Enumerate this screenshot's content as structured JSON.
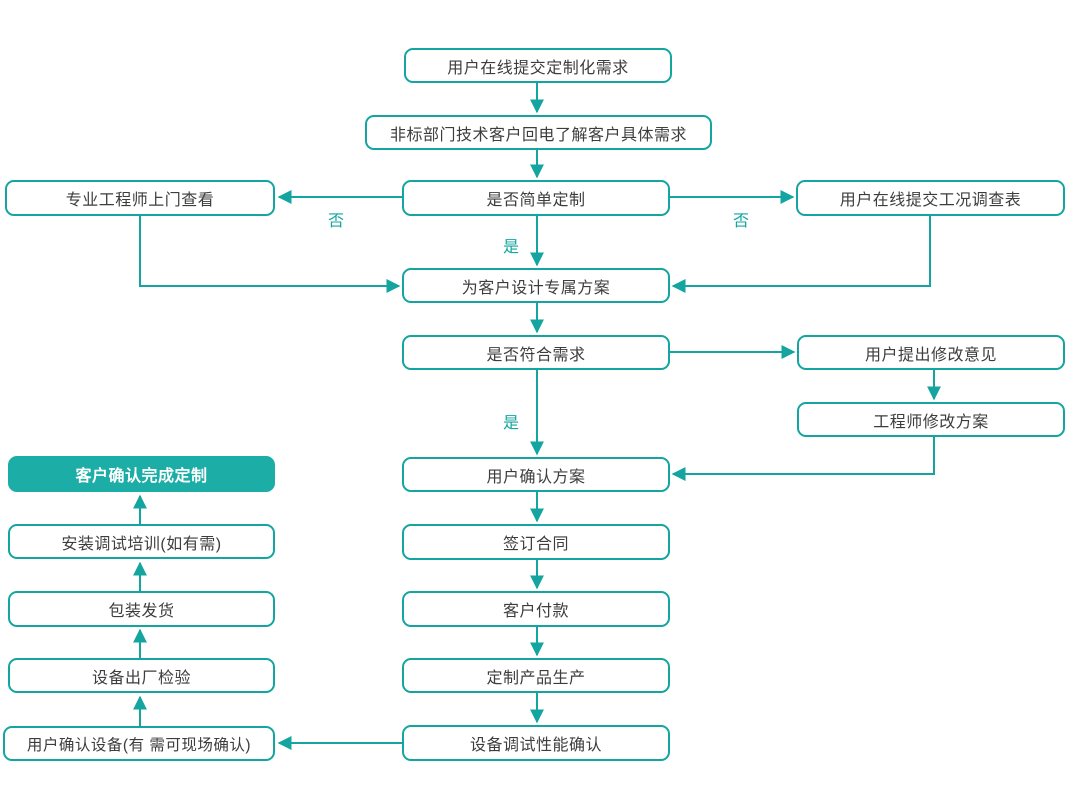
{
  "diagram": {
    "type": "flowchart",
    "language": "zh-CN",
    "background": "#ffffff"
  },
  "colors": {
    "line_stroke": "#14a5a0",
    "node_border": "#14a5a0",
    "node_fill": "#ffffff",
    "node_text": "#3d3d3d",
    "accent_node_fill": "#1cada6",
    "accent_node_text": "#ffffff",
    "edge_label_text": "#14a5a0"
  },
  "nodes": [
    {
      "id": "submit-requirements",
      "label": "用户在线提交定制化需求",
      "style": "outline"
    },
    {
      "id": "callback-understand-needs",
      "label": "非标部门技术客户回电了解客户具体需求",
      "style": "outline"
    },
    {
      "id": "engineer-visit",
      "label": "专业工程师上门查看",
      "style": "outline"
    },
    {
      "id": "simple-customization",
      "label": "是否简单定制",
      "style": "outline"
    },
    {
      "id": "submit-survey-form",
      "label": "用户在线提交工况调查表",
      "style": "outline"
    },
    {
      "id": "design-exclusive-plan",
      "label": "为客户设计专属方案",
      "style": "outline"
    },
    {
      "id": "meets-needs",
      "label": "是否符合需求",
      "style": "outline"
    },
    {
      "id": "user-feedback",
      "label": "用户提出修改意见",
      "style": "outline"
    },
    {
      "id": "engineer-revise-plan",
      "label": "工程师修改方案",
      "style": "outline"
    },
    {
      "id": "user-confirm-plan",
      "label": "用户确认方案",
      "style": "outline"
    },
    {
      "id": "sign-contract",
      "label": "签订合同",
      "style": "outline"
    },
    {
      "id": "customer-payment",
      "label": "客户付款",
      "style": "outline"
    },
    {
      "id": "custom-production",
      "label": "定制产品生产",
      "style": "outline"
    },
    {
      "id": "device-debug-confirm",
      "label": "设备调试性能确认",
      "style": "outline"
    },
    {
      "id": "customization-complete",
      "label": "客户确认完成定制",
      "style": "accent"
    },
    {
      "id": "install-training",
      "label": "安装调试培训(如有需)",
      "style": "outline"
    },
    {
      "id": "packing-shipping",
      "label": "包装发货",
      "style": "outline"
    },
    {
      "id": "factory-inspection",
      "label": "设备出厂检验",
      "style": "outline"
    },
    {
      "id": "user-confirm-device",
      "label": "用户确认设备(有 需可现场确认)",
      "style": "outline"
    }
  ],
  "edge_labels": [
    {
      "id": "no-left",
      "text": "否"
    },
    {
      "id": "no-right",
      "text": "否"
    },
    {
      "id": "yes-upper",
      "text": "是"
    },
    {
      "id": "yes-lower",
      "text": "是"
    }
  ],
  "edges": [
    {
      "from": "submit-requirements",
      "to": "callback-understand-needs"
    },
    {
      "from": "callback-understand-needs",
      "to": "simple-customization"
    },
    {
      "from": "simple-customization",
      "to": "engineer-visit",
      "label": "否"
    },
    {
      "from": "simple-customization",
      "to": "submit-survey-form",
      "label": "否"
    },
    {
      "from": "simple-customization",
      "to": "design-exclusive-plan",
      "label": "是"
    },
    {
      "from": "engineer-visit",
      "to": "design-exclusive-plan"
    },
    {
      "from": "submit-survey-form",
      "to": "design-exclusive-plan"
    },
    {
      "from": "design-exclusive-plan",
      "to": "meets-needs"
    },
    {
      "from": "meets-needs",
      "to": "user-feedback"
    },
    {
      "from": "user-feedback",
      "to": "engineer-revise-plan"
    },
    {
      "from": "engineer-revise-plan",
      "to": "user-confirm-plan"
    },
    {
      "from": "meets-needs",
      "to": "user-confirm-plan",
      "label": "是"
    },
    {
      "from": "user-confirm-plan",
      "to": "sign-contract"
    },
    {
      "from": "sign-contract",
      "to": "customer-payment"
    },
    {
      "from": "customer-payment",
      "to": "custom-production"
    },
    {
      "from": "custom-production",
      "to": "device-debug-confirm"
    },
    {
      "from": "device-debug-confirm",
      "to": "user-confirm-device"
    },
    {
      "from": "user-confirm-device",
      "to": "factory-inspection"
    },
    {
      "from": "factory-inspection",
      "to": "packing-shipping"
    },
    {
      "from": "packing-shipping",
      "to": "install-training"
    },
    {
      "from": "install-training",
      "to": "customization-complete"
    }
  ]
}
